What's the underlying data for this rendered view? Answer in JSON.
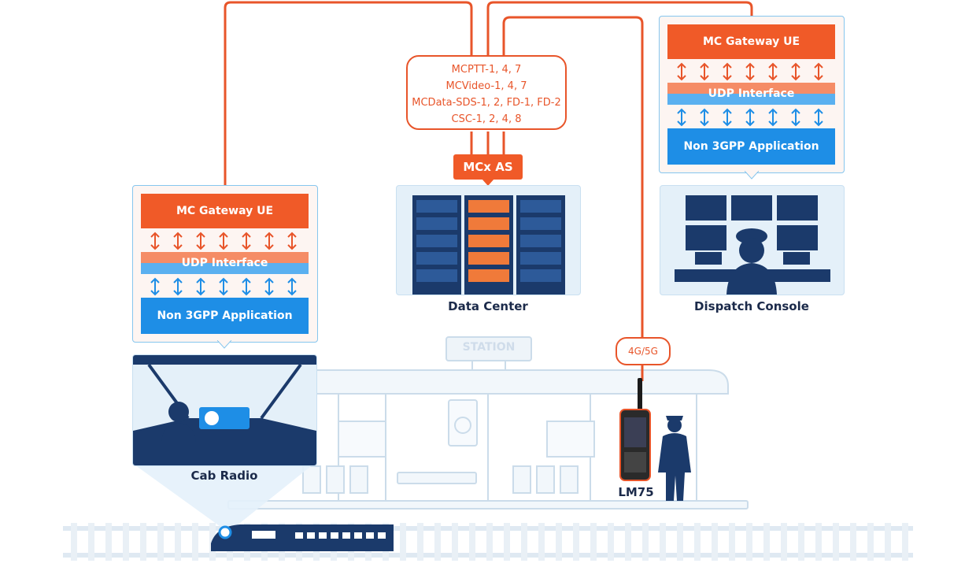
{
  "protocols": {
    "lines": [
      "MCPTT-1, 4, 7",
      "MCVideo-1, 4, 7",
      "MCData-SDS-1, 2, FD-1, FD-2",
      "CSC-1, 2, 4, 8"
    ]
  },
  "mcx_as": "MCx AS",
  "data_center": "Data Center",
  "dispatch_console": "Dispatch Console",
  "cab_radio": "Cab Radio",
  "device": "LM75",
  "network_badge": "4G/5G",
  "station_sign": "STATION",
  "stack_left": {
    "top": "MC Gateway UE",
    "middle": "UDP Interface",
    "bottom": "Non 3GPP Application"
  },
  "stack_right": {
    "top": "MC Gateway UE",
    "middle": "UDP Interface",
    "bottom": "Non 3GPP Application"
  },
  "colors": {
    "orange": "#f05a28",
    "blue": "#1e8ee6",
    "navy": "#1b3a6b",
    "light_blue": "#d6e8f5"
  },
  "icons": [
    "server-rack-icon",
    "dispatcher-icon",
    "train-icon",
    "station-icon",
    "police-officer-icon",
    "radio-handset-icon",
    "speaker-icon"
  ]
}
